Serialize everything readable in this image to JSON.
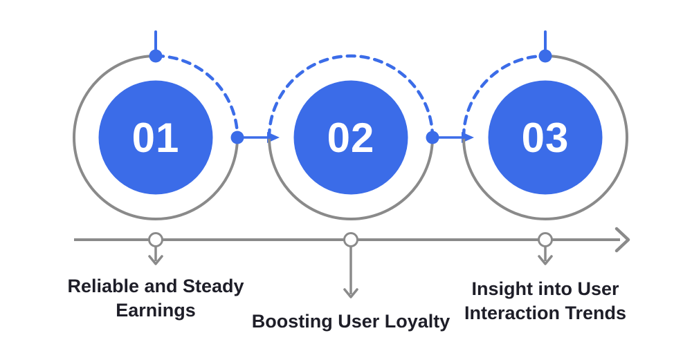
{
  "colors": {
    "accent_blue": "#3b6ce8",
    "line_gray": "#8a8a8a",
    "text_dark": "#1e1e28",
    "background": "#ffffff",
    "number_text": "#ffffff"
  },
  "diagram": {
    "type": "process-timeline",
    "steps": [
      {
        "number": "01",
        "label": "Reliable and Steady Earnings",
        "label_lines": [
          "Reliable and Steady",
          "Earnings"
        ]
      },
      {
        "number": "02",
        "label": "Boosting User Loyalty",
        "label_lines": [
          "Boosting User Loyalty"
        ]
      },
      {
        "number": "03",
        "label": "Insight into User Interaction Trends",
        "label_lines": [
          "Insight into User",
          "Interaction Trends"
        ]
      }
    ]
  }
}
